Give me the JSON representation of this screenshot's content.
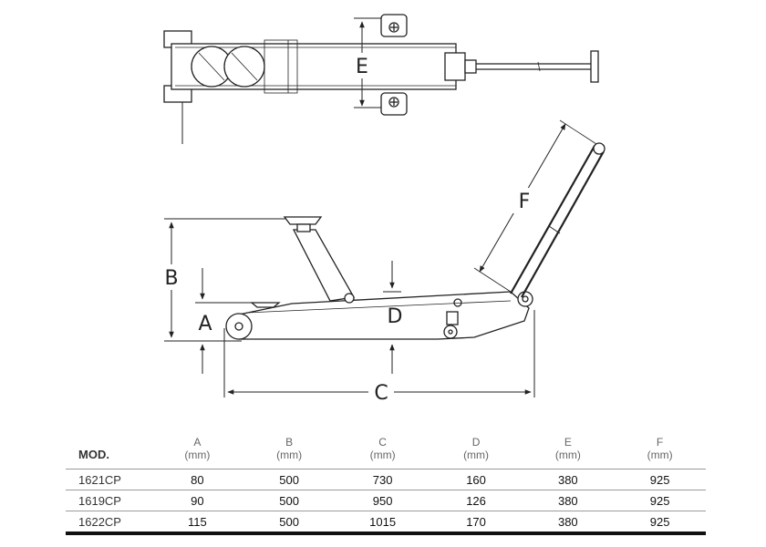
{
  "diagram": {
    "dimension_labels": {
      "A": "A",
      "B": "B",
      "C": "C",
      "D": "D",
      "E": "E",
      "F": "F"
    }
  },
  "table": {
    "model_header": "MOD.",
    "unit": "(mm)",
    "columns": [
      "A",
      "B",
      "C",
      "D",
      "E",
      "F"
    ],
    "rows": [
      {
        "model": "1621CP",
        "values": [
          "80",
          "500",
          "730",
          "160",
          "380",
          "925"
        ]
      },
      {
        "model": "1619CP",
        "values": [
          "90",
          "500",
          "950",
          "126",
          "380",
          "925"
        ]
      },
      {
        "model": "1622CP",
        "values": [
          "115",
          "500",
          "1015",
          "170",
          "380",
          "925"
        ]
      }
    ]
  }
}
